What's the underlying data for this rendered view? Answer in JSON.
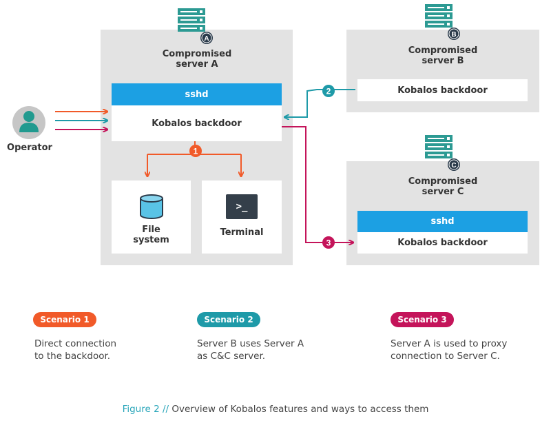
{
  "servers": {
    "a": {
      "badge": "A",
      "label_line1": "Compromised",
      "label_line2": "server A"
    },
    "b": {
      "badge": "B",
      "label_line1": "Compromised",
      "label_line2": "server B"
    },
    "c": {
      "badge": "C",
      "label_line1": "Compromised",
      "label_line2": "server C"
    }
  },
  "boxes": {
    "a_sshd": "sshd",
    "a_backdoor": "Kobalos backdoor",
    "b_backdoor": "Kobalos backdoor",
    "c_sshd": "sshd",
    "c_backdoor": "Kobalos backdoor",
    "file_system_line1": "File",
    "file_system_line2": "system",
    "terminal": "Terminal",
    "terminal_prompt": ">_"
  },
  "operator": {
    "label": "Operator"
  },
  "markers": {
    "one": "1",
    "two": "2",
    "three": "3"
  },
  "scenarios": [
    {
      "label": "Scenario 1",
      "line1": "Direct connection",
      "line2": "to the backdoor.",
      "color": "#f15a29"
    },
    {
      "label": "Scenario 2",
      "line1": "Server B uses Server A",
      "line2": "as C&C server.",
      "color": "#1e9aa8"
    },
    {
      "label": "Scenario 3",
      "line1": "Server A is used to proxy",
      "line2": "connection to Server C.",
      "color": "#c4145a"
    }
  ],
  "caption": {
    "figure": "Figure 2 //",
    "text": " Overview of Kobalos features and ways to access them"
  },
  "colors": {
    "panel": "#e3e3e3",
    "sshd": "#1ca0e3",
    "server_icon": "#2c9a93",
    "orange": "#f15a29",
    "teal": "#1e9aa8",
    "magenta": "#c4145a"
  }
}
